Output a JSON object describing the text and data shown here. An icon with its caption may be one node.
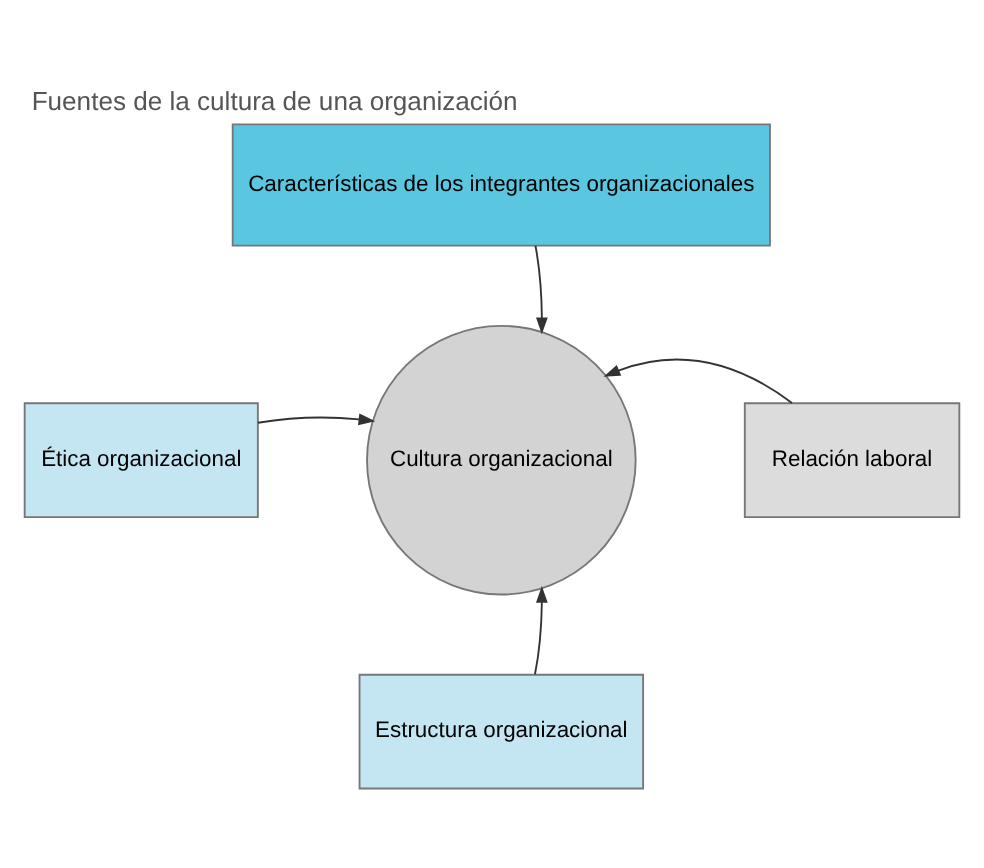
{
  "diagram": {
    "title": "Fuentes de la cultura de una organización",
    "nodes": [
      {
        "text": [
          "Características de los integrantes organizacionales"
        ]
      },
      {
        "text": [
          "Ética organizacional"
        ]
      },
      {
        "text": [
          "Cultura organizacional"
        ]
      },
      {
        "text": [
          "Relación laboral"
        ]
      },
      {
        "text": [
          "Estructura organizacional"
        ]
      }
    ],
    "edges": [
      {
        "from": 0,
        "to": 2,
        "arrow": "to"
      },
      {
        "from": 1,
        "to": 2,
        "arrow": "to"
      },
      {
        "from": 3,
        "to": 2,
        "arrow": "to"
      },
      {
        "from": 4,
        "to": 2,
        "arrow": "to"
      }
    ]
  }
}
